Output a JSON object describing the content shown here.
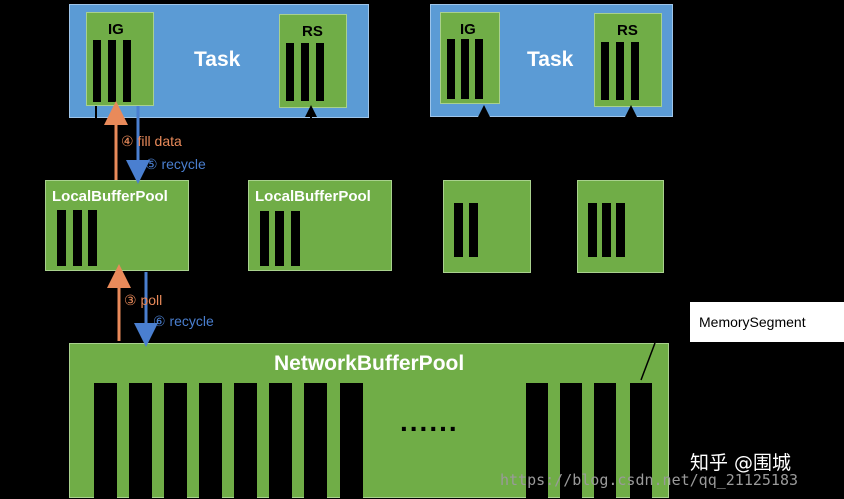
{
  "colors": {
    "task_bg": "#5b9bd5",
    "green": "#70ad47",
    "orange": "#e98a5a",
    "blue": "#4a7fd0",
    "background": "#000000"
  },
  "tasks": [
    {
      "title": "Task",
      "input_gate": "IG",
      "result_subpartition": "RS"
    },
    {
      "title": "Task",
      "input_gate": "IG",
      "result_subpartition": "RS"
    }
  ],
  "local_pools": [
    {
      "label": "LocalBufferPool"
    },
    {
      "label": "LocalBufferPool"
    }
  ],
  "arrows": {
    "fill_data": "④ fill data",
    "recycle_top": "⑤ recycle",
    "poll": "③ poll",
    "recycle_bottom": "⑥ recycle"
  },
  "network_pool": {
    "label": "NetworkBufferPool",
    "ellipsis": "......"
  },
  "legend": {
    "memory_segment": "MemorySegment"
  },
  "watermark": {
    "url": "https://blog.csdn.net/qq_21125183",
    "brand": "知乎 @围城"
  }
}
